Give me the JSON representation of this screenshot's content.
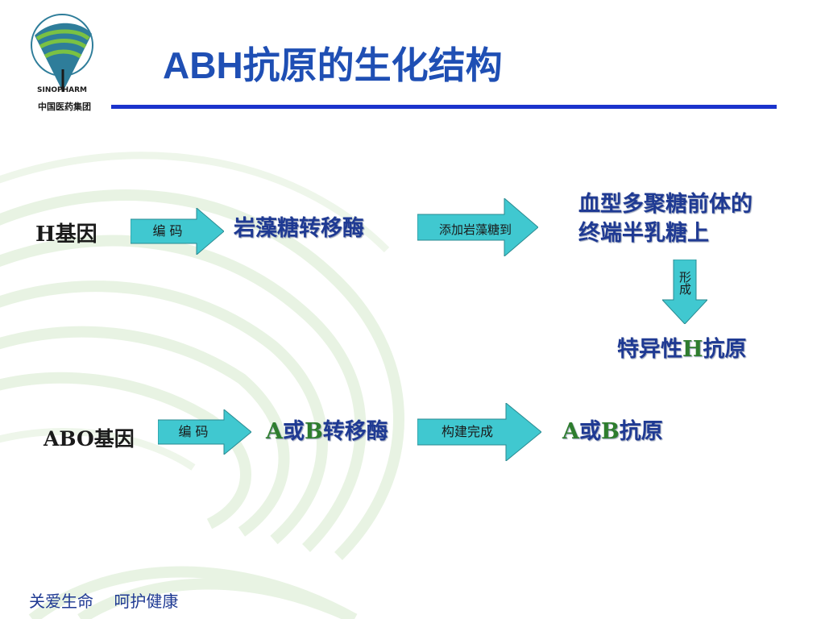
{
  "brand": {
    "logo_text": "中国医药集团",
    "logo_arc_text": "SINOPHARM",
    "colors": {
      "title": "#1f4fb4",
      "rule": "#1a33cc",
      "arrow": "#40c8d0",
      "node_text": "#1f3a93",
      "highlight": "#2e7d2e"
    }
  },
  "slide": {
    "title": "ABH抗原的生化结构",
    "h_gene": "H基因",
    "h_encode": "编 码",
    "h_enzyme": "岩藻糖转移酶",
    "h_add": "添加岩藻糖到",
    "h_target_line1": "血型多聚糖前体的",
    "h_target_line2": "终端半乳糖上",
    "h_form": "形成",
    "h_antigen_prefix": "特异性",
    "h_antigen_h": "H",
    "h_antigen_suffix": "抗原",
    "abo_gene": "ABO基因",
    "abo_encode": "编 码",
    "abo_enzyme_a": "A",
    "abo_enzyme_or": "或",
    "abo_enzyme_b": "B",
    "abo_enzyme_suffix": "转移酶",
    "abo_build": "构建完成",
    "abo_antigen_a": "A",
    "abo_antigen_or": "或",
    "abo_antigen_b": "B",
    "abo_antigen_suffix": "抗原"
  },
  "footer": {
    "slogan_1": "关爱生命",
    "slogan_2": "呵护健康"
  }
}
